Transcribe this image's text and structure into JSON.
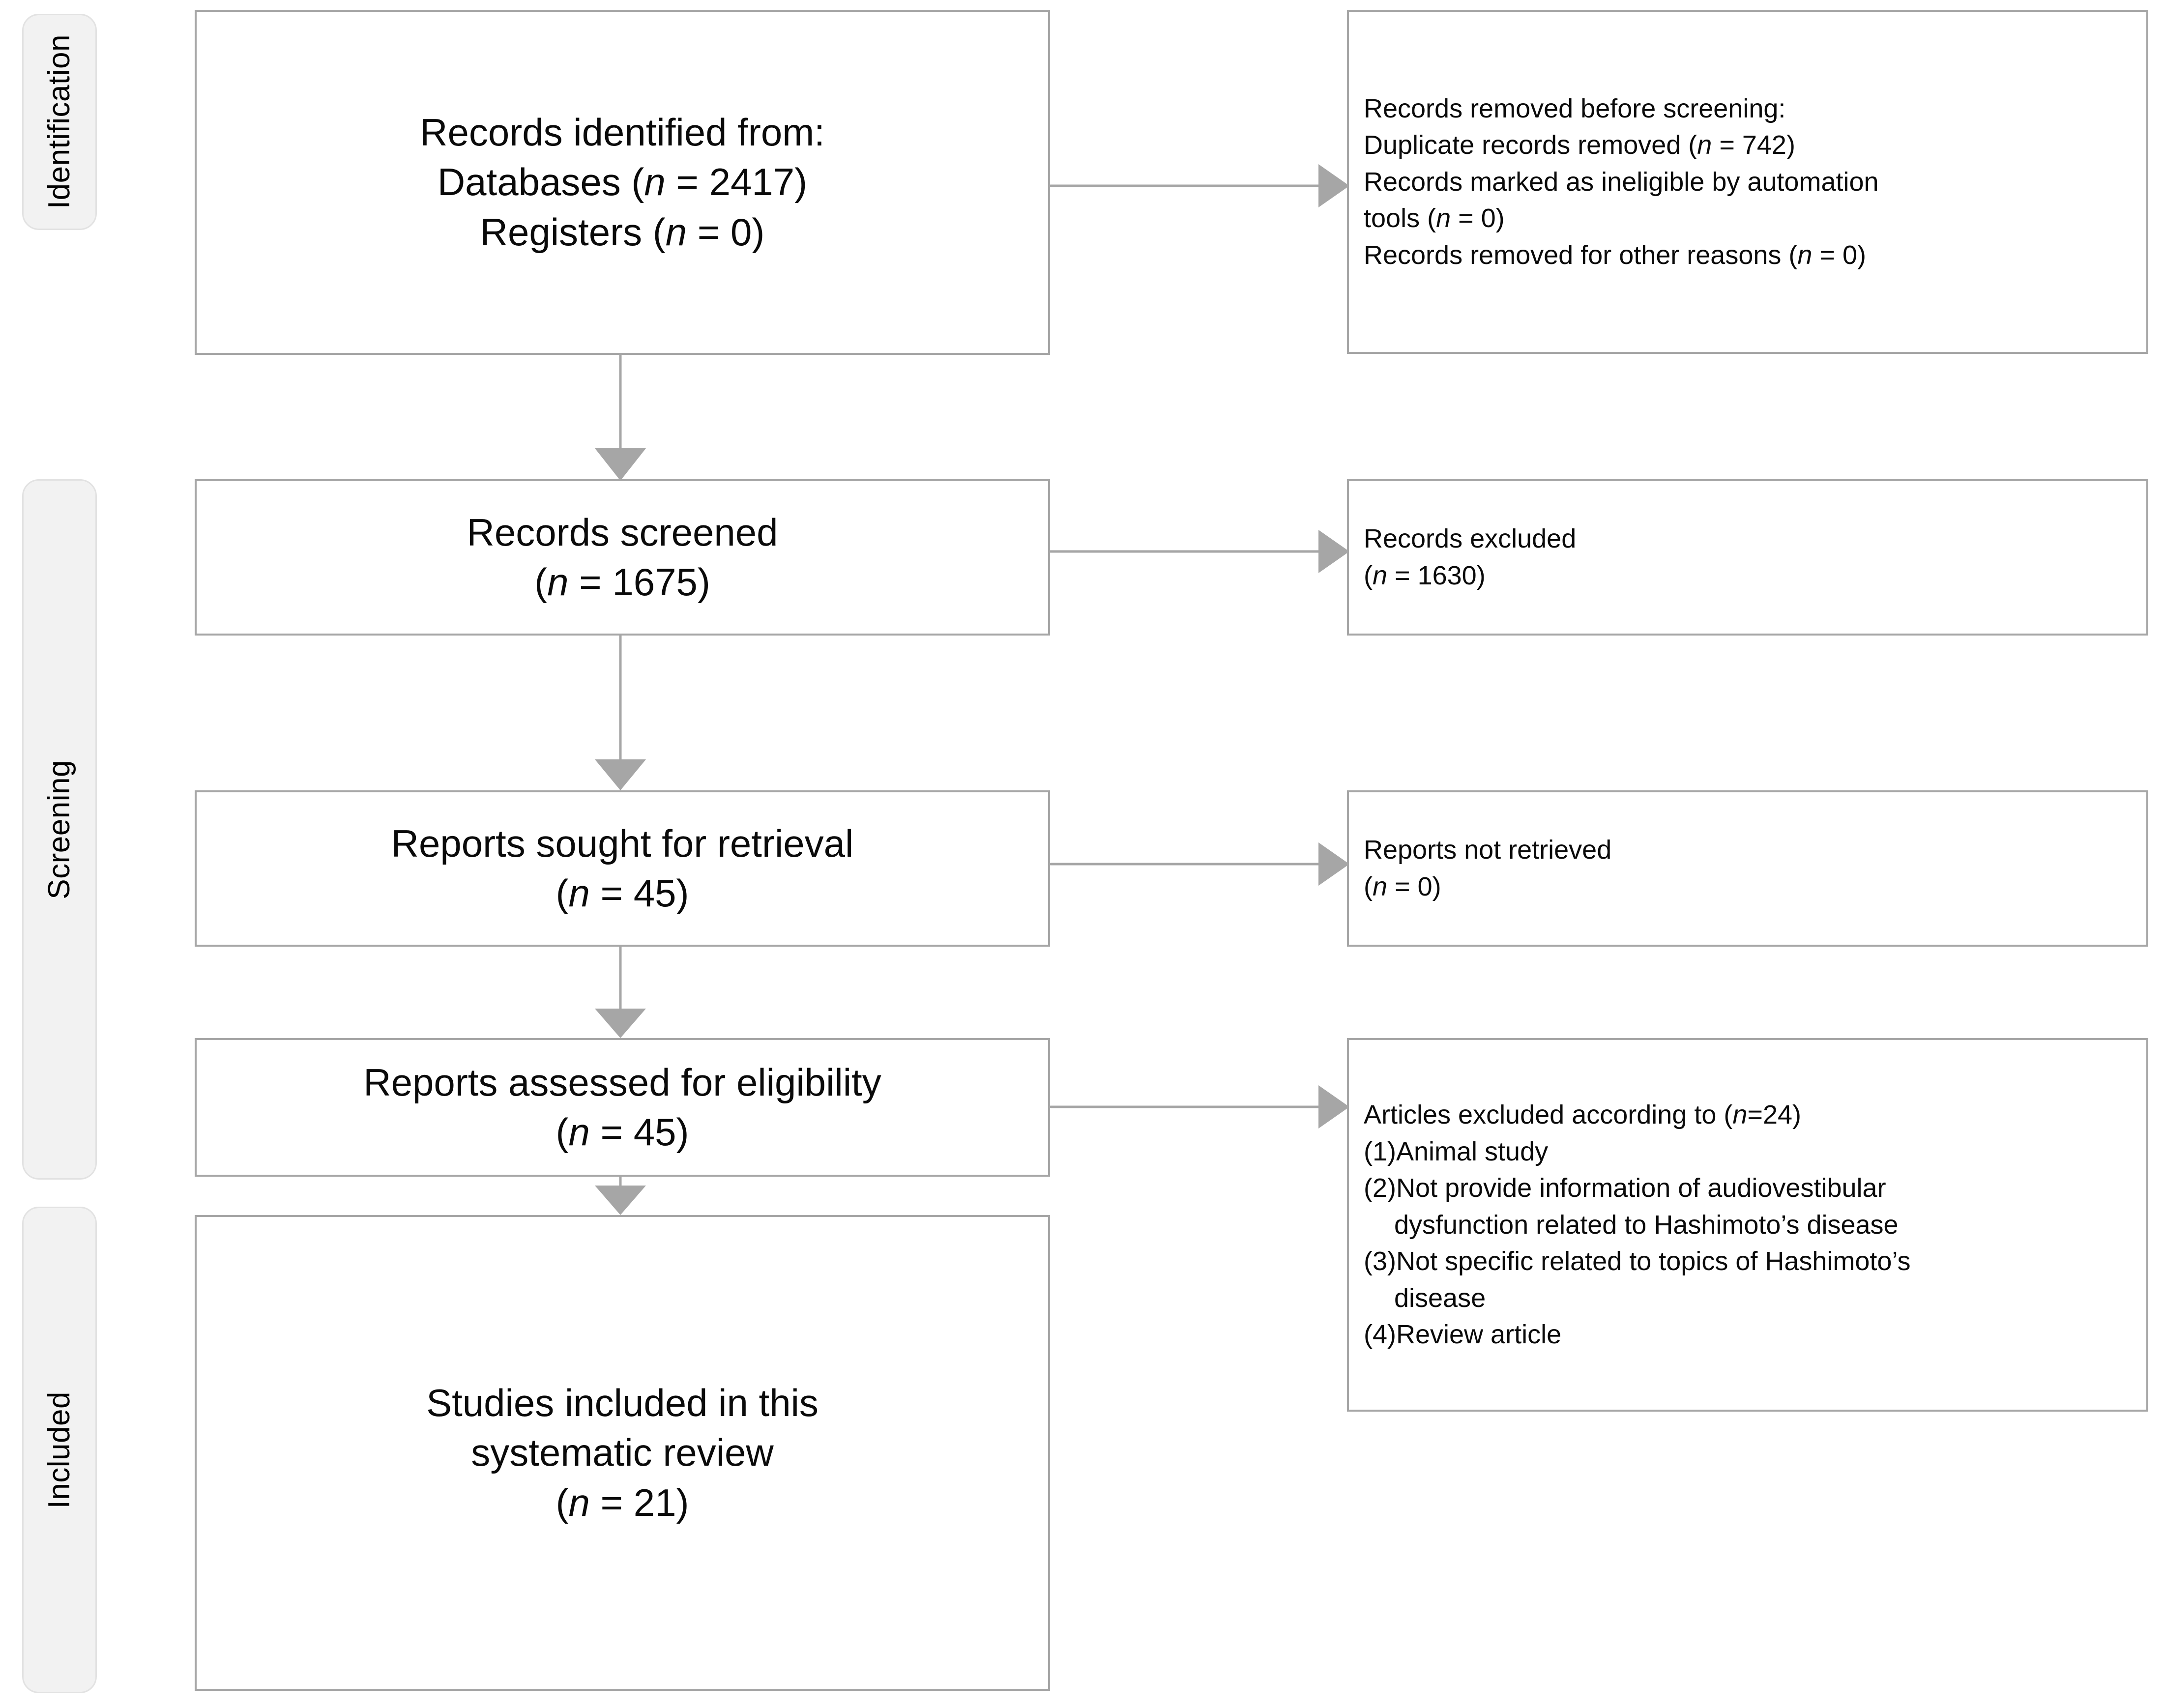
{
  "diagram": {
    "title": "PRISMA 2020 flow diagram",
    "colors": {
      "box_border": "#a6a6a6",
      "phase_bar_fill": "#f2f2f2",
      "phase_bar_border": "#e2e2e2",
      "connector": "#a6a6a6",
      "text": "#0a0a0a",
      "background": "#ffffff"
    }
  },
  "phases": [
    {
      "id": "identification",
      "label": "Identification"
    },
    {
      "id": "screening",
      "label": "Screening"
    },
    {
      "id": "included",
      "label": "Included"
    }
  ],
  "boxes": {
    "records_identified": {
      "lines": [
        {
          "text": "Records identified from:",
          "n": ""
        },
        {
          "text": "Databases (",
          "n": "n",
          "tail": " = 2417)"
        },
        {
          "text": "Registers (",
          "n": "n",
          "tail": " = 0)"
        }
      ],
      "line1": "Records identified from:",
      "line2_pre": "Databases (",
      "line2_n": "n",
      "line2_post": " = 2417)",
      "line3_pre": "Registers (",
      "line3_n": "n",
      "line3_post": " = 0)"
    },
    "records_removed": {
      "line1": "Records removed before screening:",
      "line2_pre": "Duplicate records removed  (",
      "line2_n": "n",
      "line2_post": " = 742)",
      "line3_pre": "Records marked as ineligible by automation",
      "line4_pre": "tools (",
      "line4_n": "n",
      "line4_post": " = 0)",
      "line5_pre": "Records removed for other reasons (",
      "line5_n": "n",
      "line5_post": " = 0)"
    },
    "records_screened": {
      "line1": "Records screened",
      "line2_pre": "(",
      "line2_n": "n",
      "line2_post": " = 1675)"
    },
    "records_excluded": {
      "line1": "Records excluded",
      "line2_pre": "(",
      "line2_n": "n",
      "line2_post": " = 1630)"
    },
    "reports_sought": {
      "line1": "Reports sought for retrieval",
      "line2_pre": "(",
      "line2_n": "n",
      "line2_post": " = 45)"
    },
    "reports_not_retrieved": {
      "line1": "Reports not retrieved",
      "line2_pre": "(",
      "line2_n": "n",
      "line2_post": " = 0)"
    },
    "reports_assessed": {
      "line1": "Reports assessed for eligibility",
      "line2_pre": "(",
      "line2_n": "n",
      "line2_post": " = 45)"
    },
    "articles_excluded": {
      "line1_pre": "Articles excluded according to (",
      "line1_n": "n",
      "line1_post": "=24)",
      "item1": "(1)Animal study",
      "item2a": "(2)Not provide information of audiovestibular",
      "item2b": "dysfunction related to Hashimoto’s disease",
      "item3a": "(3)Not specific related to topics of Hashimoto’s",
      "item3b": "disease",
      "item4": "(4)Review article"
    },
    "studies_included": {
      "line1": "Studies included in this",
      "line2": "systematic review",
      "line3_pre": "(",
      "line3_n": "n",
      "line3_post": " = 21)"
    }
  },
  "chart_data": {
    "type": "diagram",
    "title": "PRISMA 2020 flow diagram for systematic review",
    "nodes": [
      {
        "id": "records_identified",
        "phase": "Identification",
        "label": "Records identified from: Databases (n = 2417); Registers (n = 0)",
        "n_databases": 2417,
        "n_registers": 0
      },
      {
        "id": "records_removed",
        "phase": "Identification",
        "label": "Records removed before screening",
        "n_duplicates": 742,
        "n_automation_ineligible": 0,
        "n_other_reasons": 0
      },
      {
        "id": "records_screened",
        "phase": "Screening",
        "label": "Records screened",
        "n": 1675
      },
      {
        "id": "records_excluded",
        "phase": "Screening",
        "label": "Records excluded",
        "n": 1630
      },
      {
        "id": "reports_sought",
        "phase": "Screening",
        "label": "Reports sought for retrieval",
        "n": 45
      },
      {
        "id": "reports_not_retrieved",
        "phase": "Screening",
        "label": "Reports not retrieved",
        "n": 0
      },
      {
        "id": "reports_assessed",
        "phase": "Screening",
        "label": "Reports assessed for eligibility",
        "n": 45
      },
      {
        "id": "articles_excluded",
        "phase": "Screening",
        "label": "Articles excluded according to",
        "n": 24,
        "reasons": [
          "Animal study",
          "Not provide information of audiovestibular dysfunction related to Hashimoto’s disease",
          "Not specific related to topics of Hashimoto’s disease",
          "Review article"
        ]
      },
      {
        "id": "studies_included",
        "phase": "Included",
        "label": "Studies included in this systematic review",
        "n": 21
      }
    ],
    "edges": [
      {
        "from": "records_identified",
        "to": "records_removed",
        "direction": "right"
      },
      {
        "from": "records_identified",
        "to": "records_screened",
        "direction": "down"
      },
      {
        "from": "records_screened",
        "to": "records_excluded",
        "direction": "right"
      },
      {
        "from": "records_screened",
        "to": "reports_sought",
        "direction": "down"
      },
      {
        "from": "reports_sought",
        "to": "reports_not_retrieved",
        "direction": "right"
      },
      {
        "from": "reports_sought",
        "to": "reports_assessed",
        "direction": "down"
      },
      {
        "from": "reports_assessed",
        "to": "articles_excluded",
        "direction": "right"
      },
      {
        "from": "reports_assessed",
        "to": "studies_included",
        "direction": "down"
      }
    ]
  }
}
